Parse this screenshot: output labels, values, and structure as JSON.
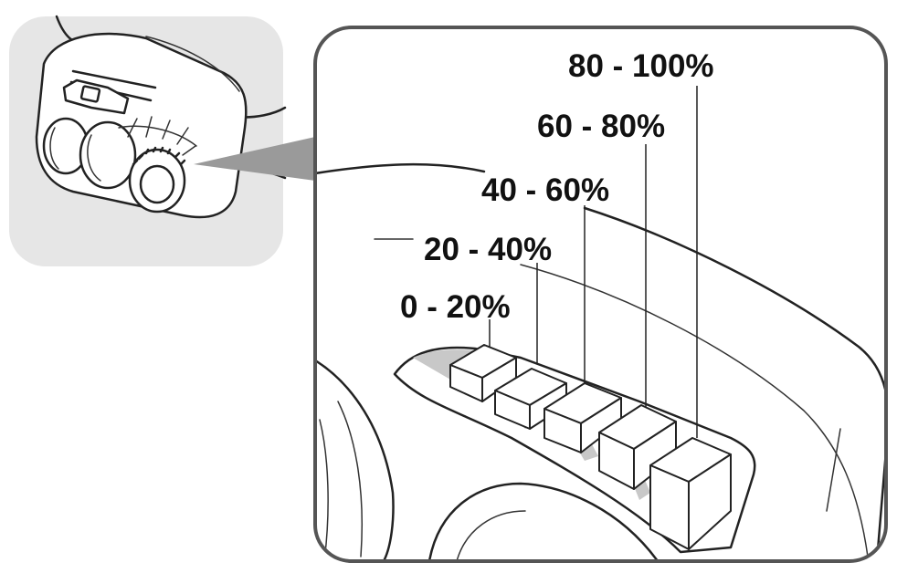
{
  "diagram": {
    "levels": [
      {
        "label": "0 - 20%"
      },
      {
        "label": "20 - 40%"
      },
      {
        "label": "40 - 60%"
      },
      {
        "label": "60 - 80%"
      },
      {
        "label": "80 - 100%"
      }
    ],
    "colors": {
      "thumbnail_bg": "#e6e6e6",
      "zoom_beam": "#9a9a9a",
      "frame_stroke": "#555555",
      "ink": "#222222",
      "shadow_fill": "#c8c8c8"
    },
    "icons": [
      "headlamp-icon",
      "battery-level-indicator-icon"
    ]
  }
}
